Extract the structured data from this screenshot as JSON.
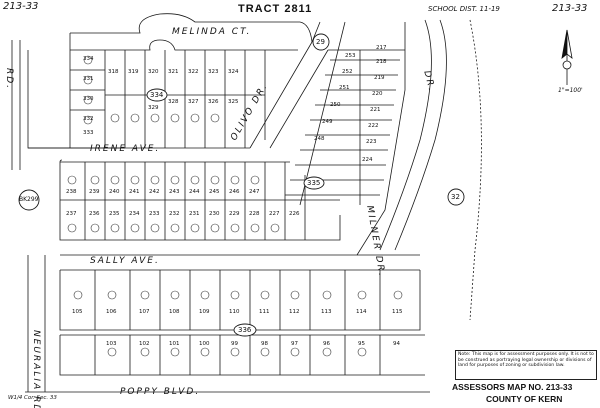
{
  "header": {
    "corner_left": "213-33",
    "corner_right": "213-33",
    "tract_title": "TRACT 2811",
    "school_label": "SCHOOL DIST. 11-19"
  },
  "streets": {
    "melinda": "MELINDA CT.",
    "irene": "IRENE AVE.",
    "sally": "SALLY AVE.",
    "poppy": "POPPY BLVD.",
    "neuralia": "NEURALIA RD.",
    "milner": "MILNER DR.",
    "olivo": "OLIVO DR.",
    "rd": "RD.",
    "dr": "DR."
  },
  "book_pages": {
    "p334": "334",
    "p335": "335",
    "p336": "336",
    "bk299": "BK299"
  },
  "parcel_numbers": {
    "p29": "29",
    "p32": "32"
  },
  "lots": {
    "row_melinda": [
      "334",
      "331",
      "330",
      "332",
      "333",
      "318",
      "319",
      "320",
      "321",
      "322",
      "323",
      "324",
      "325",
      "326",
      "327",
      "328",
      "329"
    ],
    "row_irene_south": [
      "238",
      "239",
      "240",
      "241",
      "242",
      "243",
      "244",
      "245",
      "246",
      "247"
    ],
    "row_sally_north": [
      "237",
      "236",
      "235",
      "234",
      "233",
      "232",
      "231",
      "230",
      "229",
      "228",
      "227",
      "226"
    ],
    "row_sally_south": [
      "105",
      "106",
      "107",
      "108",
      "109",
      "110",
      "111",
      "112",
      "113",
      "114",
      "115"
    ],
    "row_poppy": [
      "103",
      "102",
      "101",
      "100",
      "99",
      "98",
      "97",
      "96",
      "95",
      "94"
    ],
    "milner_block": [
      "253",
      "252",
      "251",
      "250",
      "249",
      "248",
      "217",
      "218",
      "219",
      "220",
      "221",
      "222",
      "223",
      "224"
    ]
  },
  "note": "Note: This map is for assessment purposes only. It is not to be construed as portraying legal ownership or divisions of land for purposes of zoning or subdivision law.",
  "footer": {
    "assessor_label": "ASSESSORS MAP NO. 213-33",
    "county": "COUNTY OF KERN",
    "bottom_left": "W1/4 Cor. Sec. 33"
  },
  "north_arrow": {
    "scale": "1\"=100'"
  }
}
